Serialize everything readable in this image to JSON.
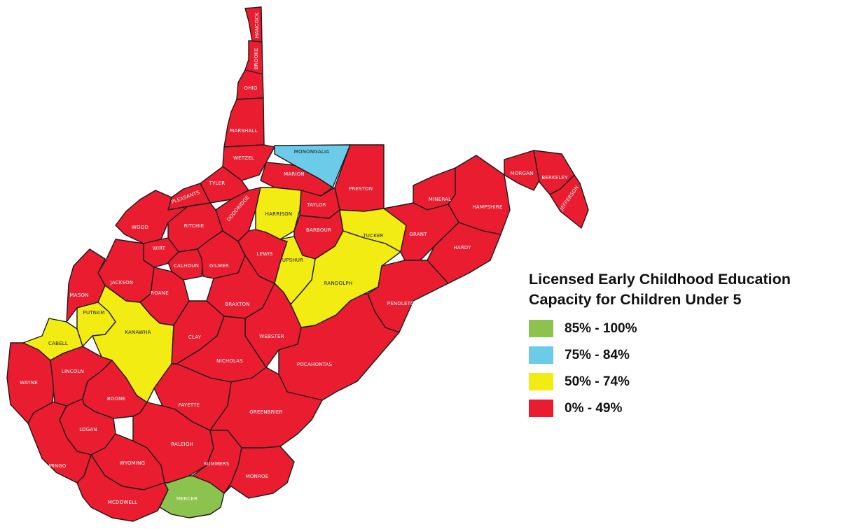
{
  "legend": {
    "title_line1": "Licensed Early Childhood Education",
    "title_line2": "Capacity for Children Under 5",
    "items": [
      {
        "label": "85% - 100%",
        "color": "#8cc34e"
      },
      {
        "label": "75% - 84%",
        "color": "#6ccbe8"
      },
      {
        "label": "50% - 74%",
        "color": "#f2ec12"
      },
      {
        "label": "0% - 49%",
        "color": "#ea1d30"
      }
    ]
  },
  "counties": [
    {
      "name": "HANCOCK",
      "category": "0% - 49%"
    },
    {
      "name": "BROOKE",
      "category": "0% - 49%"
    },
    {
      "name": "OHIO",
      "category": "0% - 49%"
    },
    {
      "name": "MARSHALL",
      "category": "0% - 49%"
    },
    {
      "name": "WETZEL",
      "category": "0% - 49%"
    },
    {
      "name": "MONONGALIA",
      "category": "75% - 84%"
    },
    {
      "name": "PRESTON",
      "category": "0% - 49%"
    },
    {
      "name": "MARION",
      "category": "0% - 49%"
    },
    {
      "name": "TYLER",
      "category": "0% - 49%"
    },
    {
      "name": "PLEASANTS",
      "category": "0% - 49%"
    },
    {
      "name": "DODDRIDGE",
      "category": "0% - 49%"
    },
    {
      "name": "HARRISON",
      "category": "50% - 74%"
    },
    {
      "name": "TAYLOR",
      "category": "0% - 49%"
    },
    {
      "name": "BARBOUR",
      "category": "0% - 49%"
    },
    {
      "name": "TUCKER",
      "category": "50% - 74%"
    },
    {
      "name": "MINERAL",
      "category": "0% - 49%"
    },
    {
      "name": "HAMPSHIRE",
      "category": "0% - 49%"
    },
    {
      "name": "MORGAN",
      "category": "0% - 49%"
    },
    {
      "name": "BERKELEY",
      "category": "0% - 49%"
    },
    {
      "name": "JEFFERSON",
      "category": "0% - 49%"
    },
    {
      "name": "GRANT",
      "category": "0% - 49%"
    },
    {
      "name": "HARDY",
      "category": "0% - 49%"
    },
    {
      "name": "WOOD",
      "category": "0% - 49%"
    },
    {
      "name": "RITCHIE",
      "category": "0% - 49%"
    },
    {
      "name": "WIRT",
      "category": "0% - 49%"
    },
    {
      "name": "CALHOUN",
      "category": "0% - 49%"
    },
    {
      "name": "GILMER",
      "category": "0% - 49%"
    },
    {
      "name": "LEWIS",
      "category": "0% - 49%"
    },
    {
      "name": "UPSHUR",
      "category": "50% - 74%"
    },
    {
      "name": "RANDOLPH",
      "category": "50% - 74%"
    },
    {
      "name": "PENDLETON",
      "category": "0% - 49%"
    },
    {
      "name": "JACKSON",
      "category": "0% - 49%"
    },
    {
      "name": "ROANE",
      "category": "0% - 49%"
    },
    {
      "name": "BRAXTON",
      "category": "0% - 49%"
    },
    {
      "name": "MASON",
      "category": "0% - 49%"
    },
    {
      "name": "PUTNAM",
      "category": "50% - 74%"
    },
    {
      "name": "CABELL",
      "category": "50% - 74%"
    },
    {
      "name": "KANAWHA",
      "category": "50% - 74%"
    },
    {
      "name": "CLAY",
      "category": "0% - 49%"
    },
    {
      "name": "WEBSTER",
      "category": "0% - 49%"
    },
    {
      "name": "NICHOLAS",
      "category": "0% - 49%"
    },
    {
      "name": "POCAHONTAS",
      "category": "0% - 49%"
    },
    {
      "name": "WAYNE",
      "category": "0% - 49%"
    },
    {
      "name": "LINCOLN",
      "category": "0% - 49%"
    },
    {
      "name": "BOONE",
      "category": "0% - 49%"
    },
    {
      "name": "FAYETTE",
      "category": "0% - 49%"
    },
    {
      "name": "GREENBRIER",
      "category": "0% - 49%"
    },
    {
      "name": "LOGAN",
      "category": "0% - 49%"
    },
    {
      "name": "MINGO",
      "category": "0% - 49%"
    },
    {
      "name": "WYOMING",
      "category": "0% - 49%"
    },
    {
      "name": "RALEIGH",
      "category": "0% - 49%"
    },
    {
      "name": "SUMMERS",
      "category": "0% - 49%"
    },
    {
      "name": "MONROE",
      "category": "0% - 49%"
    },
    {
      "name": "MCDOWELL",
      "category": "0% - 49%"
    },
    {
      "name": "MERCER",
      "category": "85% - 100%"
    }
  ]
}
